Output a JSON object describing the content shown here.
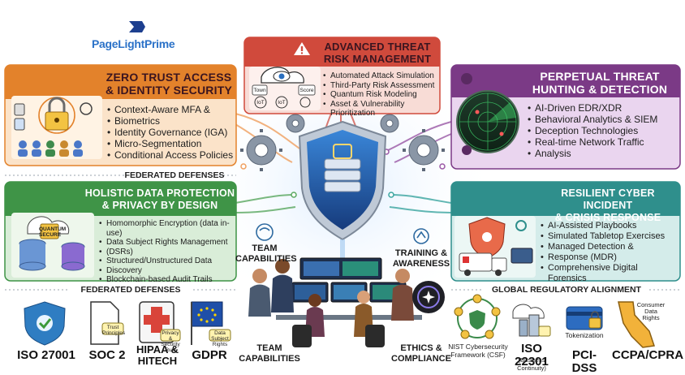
{
  "logo": {
    "text": "PageLightPrime"
  },
  "panels": {
    "zero_trust": {
      "title_line1": "ZERO TRUST ACCESS",
      "title_line2": "& IDENTITY SECURITY",
      "items": [
        "Context-Aware MFA &",
        "Biometrics",
        "Identity Governance (IGA)",
        "Micro-Segmentation",
        "Conditional Access Policies"
      ],
      "color": "#e3822b"
    },
    "advanced_threat": {
      "title_line1": "ADVANCED THREAT",
      "title_line2": "RISK MANAGEMENT",
      "items": [
        "Automated Attack Simulation",
        "Third-Party Risk Assessment",
        "Quantum Risk Modeling",
        "Asset & Vulnerability Prioritization"
      ],
      "icon_tags": [
        "Town",
        "Score",
        "IoT",
        "IoT"
      ],
      "color": "#d04a3c"
    },
    "perpetual_threat": {
      "title_line1": "PERPETUAL THREAT",
      "title_line2": "HUNTING & DETECTION",
      "items": [
        "AI-Driven EDR/XDR",
        "Behavioral Analytics & SIEM",
        "Deception Technologies",
        "Real-time Network Traffic",
        "Analysis"
      ],
      "color": "#7b3a86"
    },
    "holistic_data": {
      "title_line1": "HOLISTIC DATA PROTECTION",
      "title_line2": "& PRIVACY BY DESIGN",
      "items": [
        "Homomorphic Encryption (data in-use)",
        "Data Subject Rights Management",
        "(DSRs)",
        "Structured/Unstructured Data",
        "Discovery",
        "Blockchain-based Audit Trails"
      ],
      "icon_tag": "QUANTUM SECURE",
      "color": "#3f9447"
    },
    "resilient": {
      "title_line1": "RESILIENT CYBER INCIDENT",
      "title_line2": "& CRISIS RESPONSE",
      "items": [
        "AI-Assisted Playbooks",
        "Simulated Tabletop Exercises",
        "Managed Detection &",
        "Response (MDR)",
        "Comprehensive Digital Forensics"
      ],
      "color": "#2f8f8c"
    }
  },
  "section_labels": {
    "federated_top": "FEDERATED DEFENSES",
    "federated_bottom": "FEDERATED DEFENSES",
    "global_regulatory": "GLOBAL REGULATORY ALIGNMENT"
  },
  "center": {
    "team_capabilities_top_1": "TEAM",
    "team_capabilities_top_2": "CAPABILITIES",
    "training_1": "TRAINING &",
    "training_2": "AWARENESS",
    "team_capabilities_bottom_1": "TEAM",
    "team_capabilities_bottom_2": "CAPABILITIES",
    "ethics_1": "ETHICS &",
    "ethics_2": "COMPLIANCE"
  },
  "compliance_left": [
    {
      "label": "ISO 27001",
      "icon": "shield-check-icon",
      "color": "#2f7dc2"
    },
    {
      "label": "SOC 2",
      "icon": "document-icon",
      "color": "#3a3a3a",
      "note": "Trust Principles"
    },
    {
      "label_line1": "HIPAA &",
      "label_line2": "HITECH",
      "icon": "medical-cross-icon",
      "color": "#d9443a",
      "note": "Privacy & Security Rule"
    },
    {
      "label": "GDPR",
      "icon": "eu-flag-icon",
      "color": "#1f4fa8",
      "note": "Data Subject Rights"
    }
  ],
  "compliance_right": [
    {
      "label_line1": "NIST Cybersecurity",
      "label_line2": "Framework (CSF)",
      "icon": "nist-cycle-icon"
    },
    {
      "label": "ISO 22301",
      "sub": "(Business Continuity)",
      "icon": "cloud-building-icon"
    },
    {
      "label": "PCI-DSS",
      "sub_top": "Tokenization",
      "icon": "credit-card-lock-icon"
    },
    {
      "label": "CCPA/CPRA",
      "sub_top_1": "Consumer",
      "sub_top_2": "Data",
      "sub_top_3": "Rights",
      "icon": "california-map-icon"
    }
  ]
}
